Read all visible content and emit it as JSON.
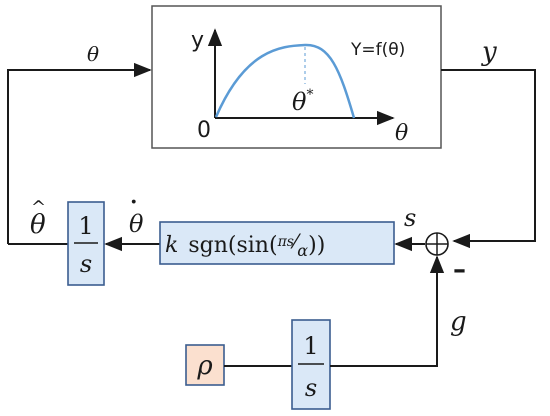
{
  "plant": {
    "function_label": "Y=f(θ)",
    "y_axis": "y",
    "x_axis": "θ",
    "origin": "0",
    "optimum": "θ",
    "optimum_sup": "*"
  },
  "signals": {
    "input": "θ",
    "output": "y",
    "theta_dot": "θ",
    "theta_dot_accent": "·",
    "theta_hat": "θ",
    "theta_hat_accent": "^",
    "sum_out": "s",
    "gradient": "g",
    "minus": "–"
  },
  "blocks": {
    "switching": {
      "k": "k",
      "sgn": "sgn",
      "sin": "sin(",
      "pi_s": "πs",
      "slash": "⁄",
      "alpha": "α",
      "close": "))",
      "open": "("
    },
    "integrator_top": {
      "num": "1",
      "den": "s"
    },
    "integrator_bottom": {
      "num": "1",
      "den": "s"
    },
    "rho": "ρ"
  },
  "colors": {
    "curve": "#5b9bd5",
    "block_fill": "#dae8f7",
    "block_border": "#3b5d8f",
    "rho_fill": "#fbe0cf",
    "line": "#1a1a1a"
  }
}
